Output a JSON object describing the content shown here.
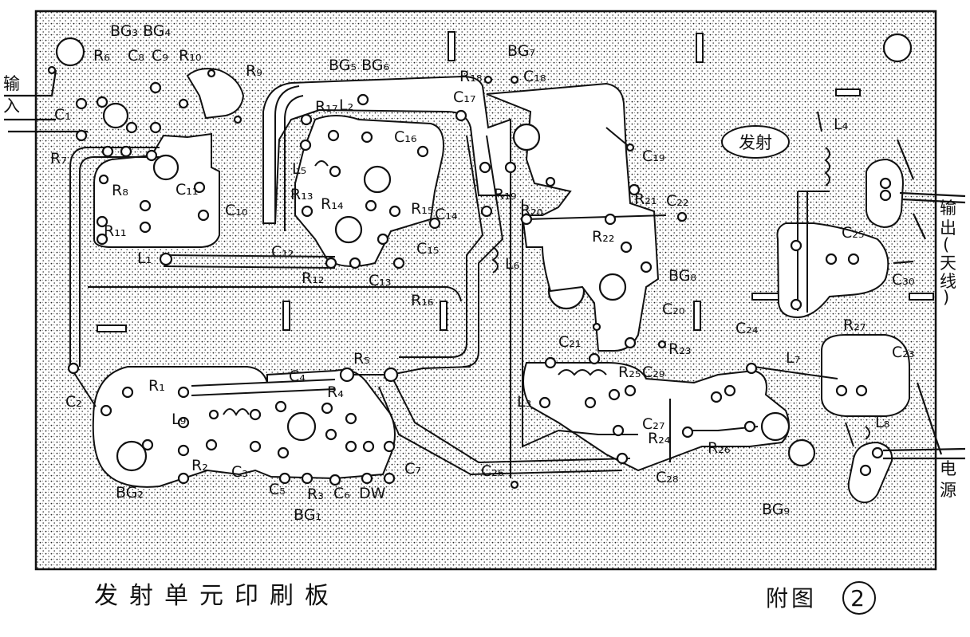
{
  "caption": "发射单元印刷板",
  "figure_label": "附图",
  "figure_number": "2",
  "badge": "发射",
  "terminals": {
    "input": [
      "输",
      "入"
    ],
    "output": [
      "输",
      "出",
      "(",
      "天",
      "线",
      ")"
    ],
    "power": [
      "电",
      "源"
    ]
  },
  "labels": {
    "bg3bg4": "BG₃ BG₄",
    "bg5bg6": "BG₅ BG₆",
    "bg7": "BG₇",
    "bg8": "BG₈",
    "bg9": "BG₉",
    "bg1": "BG₁",
    "bg2": "BG₂",
    "r1": "R₁",
    "r2": "R₂",
    "r3": "R₃",
    "r4": "R₄",
    "r5": "R₅",
    "r6": "R₆",
    "r7": "R₇",
    "r8": "R₈",
    "r9": "R₉",
    "r10": "R₁₀",
    "r11": "R₁₁",
    "r12": "R₁₂",
    "r13": "R₁₃",
    "r14": "R₁₄",
    "r15": "R₁₅",
    "r16": "R₁₆",
    "r17": "R₁₇",
    "r18": "R₁₈",
    "r19": "R₁₉",
    "r20": "R₂₀",
    "r21": "R₂₁",
    "r22": "R₂₂",
    "r23": "R₂₃",
    "r24": "R₂₄",
    "r25": "R₂₅",
    "r26": "R₂₆",
    "r27": "R₂₇",
    "c1": "C₁",
    "c2": "C₂",
    "c3": "C₃",
    "c4": "C₄",
    "c5": "C₅",
    "c6": "C₆",
    "c7": "C₇",
    "c8": "C₈",
    "c9": "C₉",
    "c10": "C₁₀",
    "c11": "C₁₁",
    "c12": "C₁₂",
    "c13": "C₁₃",
    "c14": "C₁₄",
    "c15": "C₁₅",
    "c16": "C₁₆",
    "c17": "C₁₇",
    "c18": "C₁₈",
    "c19": "C₁₉",
    "c20": "C₂₀",
    "c21": "C₂₁",
    "c22": "C₂₂",
    "c23": "C₂₃",
    "c24": "C₂₄",
    "c25": "C₂₅",
    "c26": "C₂₆",
    "c27": "C₂₇",
    "c28": "C₂₈",
    "c29": "C₂₉",
    "c30": "C₃₀",
    "l1": "L₁",
    "l2": "L₂",
    "l3": "L₃",
    "l4": "L₄",
    "l5": "L₅",
    "l6": "L₆",
    "l7": "L₇",
    "l8": "L₈",
    "l9": "L₉",
    "dw": "DW"
  }
}
